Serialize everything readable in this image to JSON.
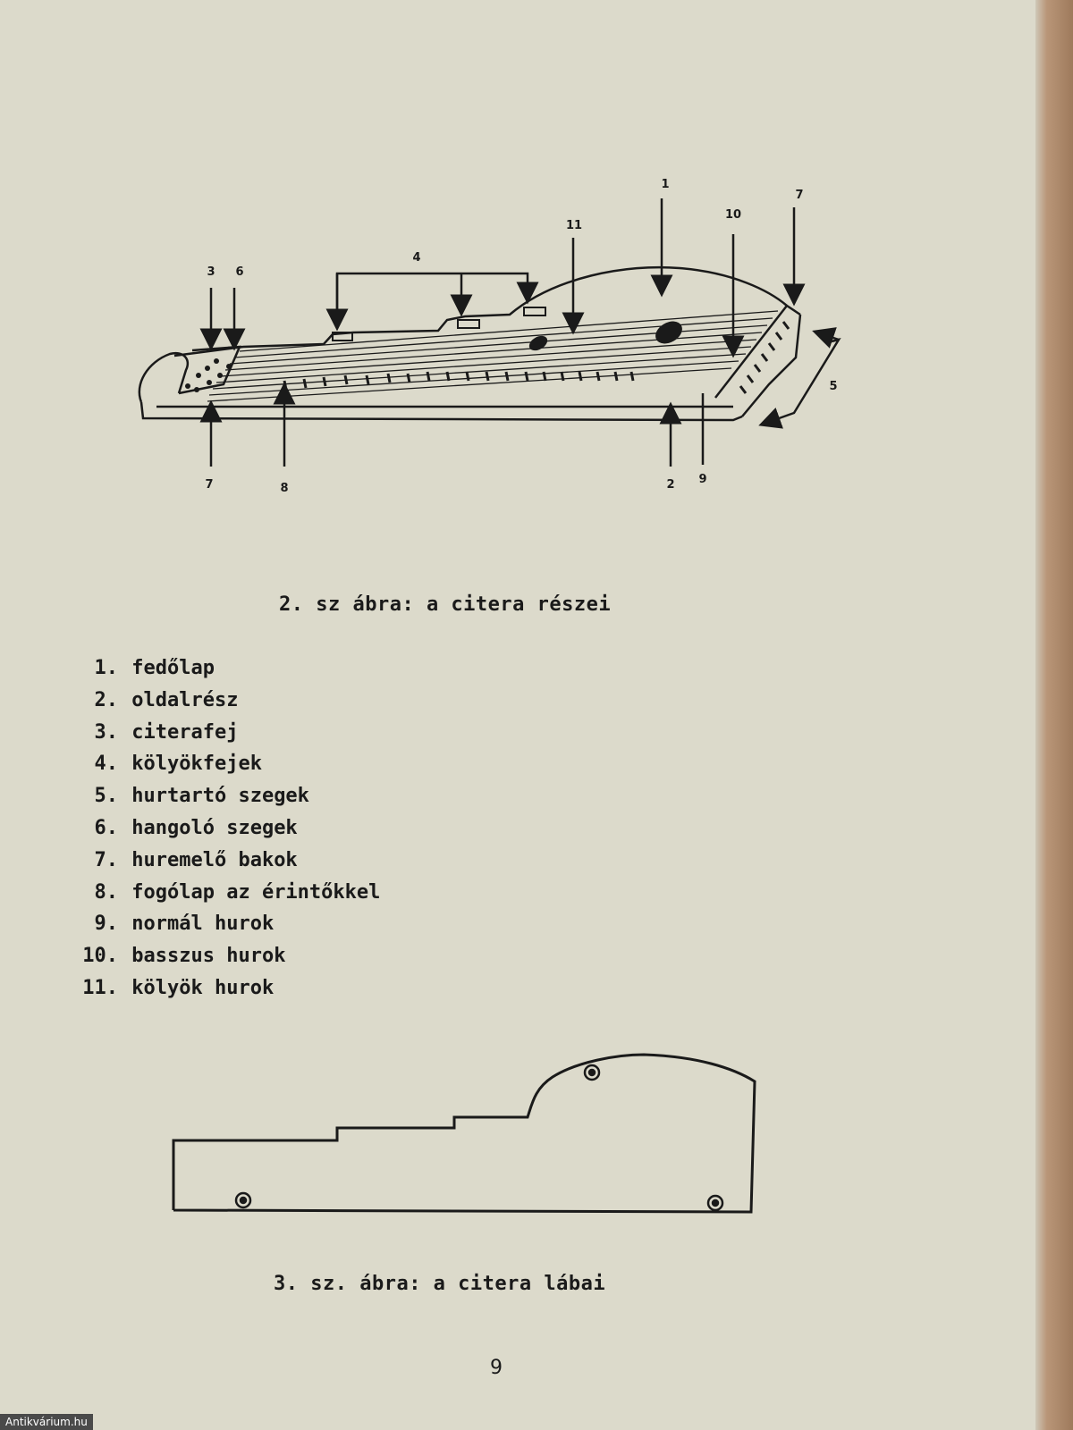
{
  "figure2": {
    "caption": "2. sz ábra: a citera részei",
    "callouts": {
      "c1": "1",
      "c2": "2",
      "c3": "3",
      "c4": "4",
      "c5": "5",
      "c6": "6",
      "c7_right": "7",
      "c7_left": "7",
      "c8": "8",
      "c9": "9",
      "c10": "10",
      "c11": "11"
    }
  },
  "parts": [
    {
      "num": "1.",
      "label": "fedőlap"
    },
    {
      "num": "2.",
      "label": "oldalrész"
    },
    {
      "num": "3.",
      "label": "citerafej"
    },
    {
      "num": "4.",
      "label": "kölyökfejek"
    },
    {
      "num": "5.",
      "label": "hurtartó szegek"
    },
    {
      "num": "6.",
      "label": "hangoló szegek"
    },
    {
      "num": "7.",
      "label": "huremelő bakok"
    },
    {
      "num": "8.",
      "label": "fogólap az érintőkkel"
    },
    {
      "num": "9.",
      "label": "normál hurok"
    },
    {
      "num": "10.",
      "label": "basszus hurok"
    },
    {
      "num": "11.",
      "label": "kölyök hurok"
    }
  ],
  "figure3": {
    "caption": "3. sz. ábra: a citera lábai"
  },
  "page_number": "9",
  "watermark": "Antikvárium.hu"
}
